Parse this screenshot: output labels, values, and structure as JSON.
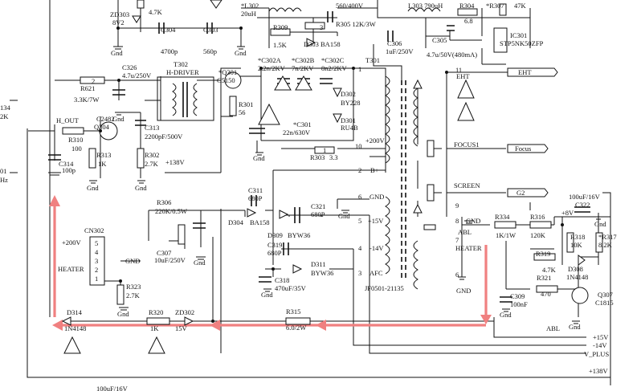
{
  "highlight_color": "#f08080",
  "labels": {
    "zd303": "ZD303",
    "zd303_v": "8V2",
    "r_47k": "4.7K",
    "c304": "C304",
    "c304_v": "4700p",
    "c303": "C303",
    "c303_v": "560p",
    "l302": "*L302",
    "l302_v": "20uH",
    "r309": "R309",
    "r309_v": "1.5K",
    "d303": "D303 BA158",
    "r305": "R305 12K/3W",
    "c_top": "560/400V",
    "l303": "L303 790uH",
    "r304": "R304",
    "r304_v": "6.8",
    "r307": "*R307",
    "r307_v": "47K",
    "c306": "C306",
    "c306_v": "1uF/250V",
    "c305": "C305",
    "c305_v": "4.7u/50V(480mA)",
    "ic301": "IC301",
    "ic301_v": "STP5NK50ZFP",
    "c326": "C326",
    "c326_v": "4.7u/250V",
    "t302": "T302",
    "t302_v": "H-DRIVER",
    "q301": "*Q301",
    "q301_v": "C5150",
    "c302a": "*C302A",
    "c302a_v": "2.2n/2KV",
    "c302b": "*C302B",
    "c302b_v": "7n/2KV",
    "c302c": "*C302C",
    "c302c_v": "8n2/2KV",
    "r621": "R621",
    "r621_v": "3.3K/7W",
    "t301": "T301",
    "eht": "EHT",
    "eht_out": "EHT",
    "r301": "R301",
    "r301_v": "56",
    "d302": "D302",
    "d302_v": "BY228",
    "d301": "D301",
    "d301_v": "RU4B",
    "c301": "*C301",
    "c301_v": "22n/630V",
    "edge_134": "134",
    "edge_2k": "2K",
    "edge_01": "01",
    "edge_hz": "Hz",
    "h_out": "H_OUT",
    "c2482": "C2482",
    "q304": "Q304",
    "c313": "C313",
    "c313_v": "2200pF/500V",
    "r310": "R310",
    "r310_v": "100",
    "r313": "R313",
    "r313_v": "1K",
    "r302": "R302",
    "r302_v": "2.7K",
    "c314": "C314",
    "c314_v": "100p",
    "v138": "+138V",
    "v200_t": "+200V",
    "r303": "R303",
    "r303_v": "3.3",
    "b_plus": "B+",
    "focus1": "FOCUS1",
    "focus_out": "Focus",
    "screen": "SCREEN",
    "g2_out": "G2",
    "c311": "C311",
    "c311_v": "680P",
    "c_100u": "100uF/16V",
    "v8": "+8V",
    "c322": "C322",
    "r306": "R306",
    "r306_v": "220K/0.5W",
    "d304": "D304",
    "d304_v": "BA158",
    "c321": "C321",
    "c321_v": "680P",
    "gnd_6": "GND",
    "cn302": "CN302",
    "v200": "+200V",
    "heater": "HEATER",
    "gnd": "GND",
    "c307": "C307",
    "c307_v": "10uF/250V",
    "d309": "D309",
    "d309_v": "BYW36",
    "v15": "+15V",
    "c319": "C319",
    "c319_v": "680P",
    "v14n": "-14V",
    "d311": "D311",
    "d311_v": "BYW36",
    "c318": "C318",
    "c318_v": "470uF/35V",
    "afc": "AFC",
    "t301_part": "JF0501-21135",
    "r334": "R334",
    "r334_v": "1K/1W",
    "r316": "R316",
    "r316_v": "120K",
    "r318": "R318",
    "r318_v": "10K",
    "r317": "*R317",
    "r317_v": "8.2K",
    "heater_t": "HEATER",
    "r319": "R319",
    "r319_v": "4.7K",
    "r321": "R321",
    "r321_v": "470",
    "d308": "D308",
    "d308_v": "1N4148",
    "abl": "ABL",
    "abl_out": "ABL",
    "q307": "Q307",
    "q307_v": "C1815",
    "c309": "C309",
    "c309_v": "100nF",
    "r323": "R323",
    "r323_v": "2.7K",
    "d314": "D314",
    "d314_v": "1N4148",
    "r320": "R320",
    "r320_v": "1K",
    "zd302": "ZD302",
    "zd302_v": "15V",
    "r315": "R315",
    "r315_v": "6.0/2W",
    "rail_15": "+15V",
    "rail_14": "-14V",
    "rail_vplus": "V_PLUS",
    "rail_138": "+138V",
    "bottom_cut": "100uF/16V",
    "pin_1": "1",
    "pin_2": "2",
    "pin_3": "3",
    "pin_4": "4",
    "pin_5": "5",
    "pin_6": "6",
    "pin_7": "7",
    "pin_8": "8",
    "pin_9": "9",
    "pin_10": "10",
    "pin_11": "11",
    "pin_s3": "3",
    "pin_s2": "2",
    "pin_s1": "1",
    "cn_1": "1",
    "cn_2": "2",
    "cn_3": "3",
    "cn_4": "4",
    "cn_5": "5",
    "gnd_lbl": "Gnd"
  }
}
